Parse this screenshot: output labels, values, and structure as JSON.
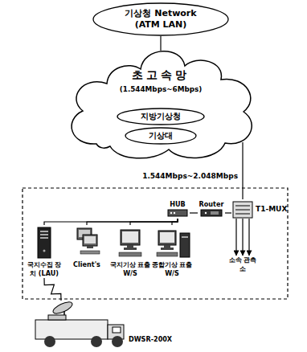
{
  "diagram": {
    "nodes": [
      {
        "text": [
          "기상청 Network (ATM LAN)"
        ]
      },
      {
        "text": [
          "초고속망",
          "(1.544Mbps~6Mbps)"
        ]
      },
      {
        "text": [
          "지방기상청"
        ],
        "in": 1
      },
      {
        "text": [
          "기상대"
        ],
        "in": 1
      },
      {
        "text": [
          "HUB"
        ]
      },
      {
        "text": [
          "Router"
        ]
      },
      {
        "text": [
          "T1-MUX"
        ]
      },
      {
        "text": [
          "국지수집 장치 (LAU)"
        ]
      },
      {
        "text": [
          "Client's"
        ]
      },
      {
        "text": [
          "국지기상 표출 W/S"
        ]
      },
      {
        "text": [
          "종합기상 표출 W/S"
        ]
      },
      {
        "text": [
          "소속 관측소"
        ]
      },
      {
        "text": [
          "DWSR-200X"
        ]
      }
    ],
    "edges": [
      {
        "from": 0,
        "to": 1,
        "arrow": "none"
      },
      {
        "from": 1,
        "to": 6,
        "label": "1.544Mbps~2.048Mbps",
        "arrow": "none"
      },
      {
        "from": 4,
        "to": 5,
        "arrow": "none"
      },
      {
        "from": 5,
        "to": 6,
        "arrow": "none"
      },
      {
        "from": 4,
        "to": 7,
        "arrow": "none"
      },
      {
        "from": 4,
        "to": 8,
        "arrow": "none"
      },
      {
        "from": 4,
        "to": 9,
        "arrow": "none"
      },
      {
        "from": 4,
        "to": 10,
        "arrow": "none"
      },
      {
        "from": 6,
        "to": 11,
        "arrow": "to"
      },
      {
        "from": 12,
        "to": 7,
        "arrow": "none"
      }
    ]
  }
}
